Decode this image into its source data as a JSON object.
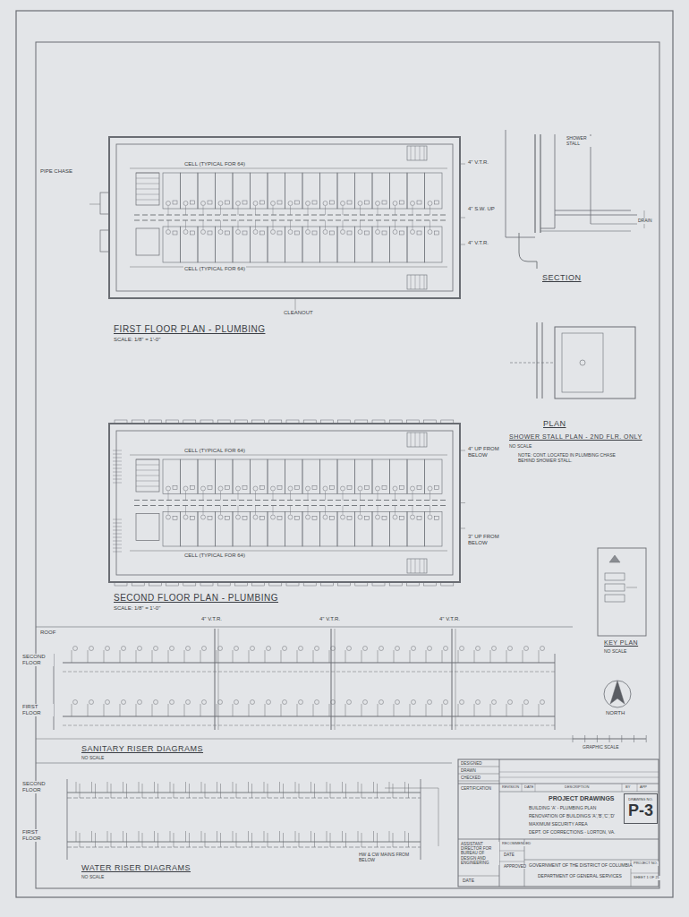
{
  "diagram": {
    "nodes": [
      {
        "text": [
          "DRAWING NO.",
          "P-3"
        ]
      }
    ],
    "labels": [
      "FIRST FLOOR PLAN - PLUMBING",
      "SCALE: 1/8\" = 1'-0\"",
      "CELL (TYPICAL FOR 64)",
      "CELL (TYPICAL FOR 64)",
      "4\" V.T.R.",
      "4\" S.W. UP",
      "4\" V.T.R.",
      "PIPE CHASE",
      "CLEANOUT",
      "SECOND FLOOR PLAN - PLUMBING",
      "SCALE: 1/8\" = 1'-0\"",
      "CELL (TYPICAL FOR 64)",
      "CELL (TYPICAL FOR 64)",
      "4\" UP FROM BELOW",
      "3\" UP FROM BELOW",
      "SECTION",
      "PLAN",
      "SHOWER STALL PLAN - 2ND FLR. ONLY",
      "NO SCALE",
      "NOTE: CONT. LOCATED IN PLUMBING CHASE BEHIND SHOWER STALL.",
      "SHOWER STALL",
      "DRAIN",
      "KEY PLAN",
      "NO SCALE",
      "NORTH",
      "ROOF",
      "SECOND FLOOR",
      "FIRST FLOOR",
      "4\" V.T.R.",
      "4\" V.T.R.",
      "4\" V.T.R.",
      "SANITARY RISER DIAGRAMS",
      "NO SCALE",
      "SECOND FLOOR",
      "FIRST FLOOR",
      "WATER RISER DIAGRAMS",
      "NO SCALE",
      "HW & CW MAINS FROM BELOW",
      "GRAPHIC SCALE",
      "DESIGNED",
      "DRAWN",
      "CHECKED",
      "CERTIFICATION",
      "REVISION",
      "DATE",
      "DESCRIPTION",
      "BY",
      "APP",
      "PROJECT DRAWINGS",
      "BUILDING 'A' - PLUMBING PLAN",
      "RENOVATION OF BUILDINGS 'A','B','C','D'",
      "MAXIMUM SECURITY AREA",
      "DEPT. OF CORRECTIONS - LORTON, VA.",
      "ASSISTANT DIRECTOR FOR BUREAU OF DESIGN AND ENGINEERING",
      "RECOMMENDED",
      "DATE",
      "APPROVED",
      "GOVERNMENT OF THE DISTRICT OF COLUMBIA",
      "DEPARTMENT OF GENERAL SERVICES",
      "PROJECT NO.",
      "SHEET 1 OF 21",
      "DATE"
    ]
  }
}
